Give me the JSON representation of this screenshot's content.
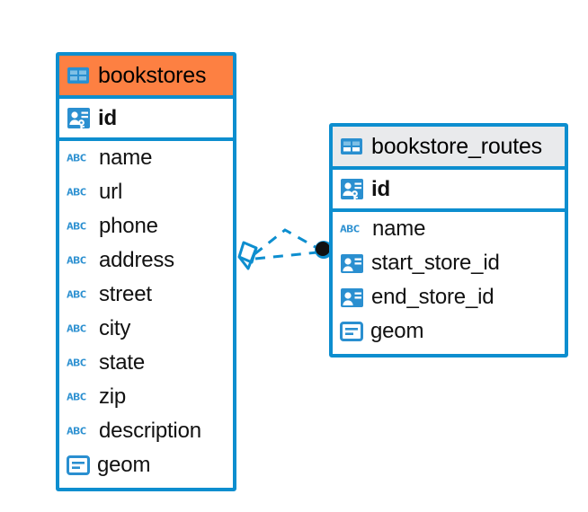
{
  "diagram": {
    "type": "entity-relationship-diagram",
    "background_color": "#ffffff",
    "accent_color": "#0d8ecf",
    "highlight_color": "#fd8042",
    "header_gray": "#e9eaec"
  },
  "entities": [
    {
      "name": "bookstores",
      "header_style": "orange",
      "table_icon": "table-icon",
      "fields": [
        {
          "label": "id",
          "icon": "primary-key-icon",
          "type": "pk"
        },
        {
          "label": "name",
          "icon": "abc-text-icon",
          "type": "text"
        },
        {
          "label": "url",
          "icon": "abc-text-icon",
          "type": "text"
        },
        {
          "label": "phone",
          "icon": "abc-text-icon",
          "type": "text"
        },
        {
          "label": "address",
          "icon": "abc-text-icon",
          "type": "text"
        },
        {
          "label": "street",
          "icon": "abc-text-icon",
          "type": "text"
        },
        {
          "label": "city",
          "icon": "abc-text-icon",
          "type": "text"
        },
        {
          "label": "state",
          "icon": "abc-text-icon",
          "type": "text"
        },
        {
          "label": "zip",
          "icon": "abc-text-icon",
          "type": "text"
        },
        {
          "label": "description",
          "icon": "abc-text-icon",
          "type": "text"
        },
        {
          "label": "geom",
          "icon": "geometry-icon",
          "type": "geometry"
        }
      ]
    },
    {
      "name": "bookstore_routes",
      "header_style": "gray",
      "table_icon": "table-icon",
      "fields": [
        {
          "label": "id",
          "icon": "primary-key-icon",
          "type": "pk"
        },
        {
          "label": "name",
          "icon": "abc-text-icon",
          "type": "text"
        },
        {
          "label": "start_store_id",
          "icon": "foreign-key-icon",
          "type": "fk"
        },
        {
          "label": "end_store_id",
          "icon": "foreign-key-icon",
          "type": "fk"
        },
        {
          "label": "geom",
          "icon": "geometry-icon",
          "type": "geometry"
        }
      ]
    }
  ],
  "relationship": {
    "line_style": "dashed",
    "color": "#0d8ecf",
    "source_marker": "crows-foot-many-marker",
    "target_marker": "filled-circle-marker"
  },
  "icons": {
    "abc_label": "ABC"
  }
}
